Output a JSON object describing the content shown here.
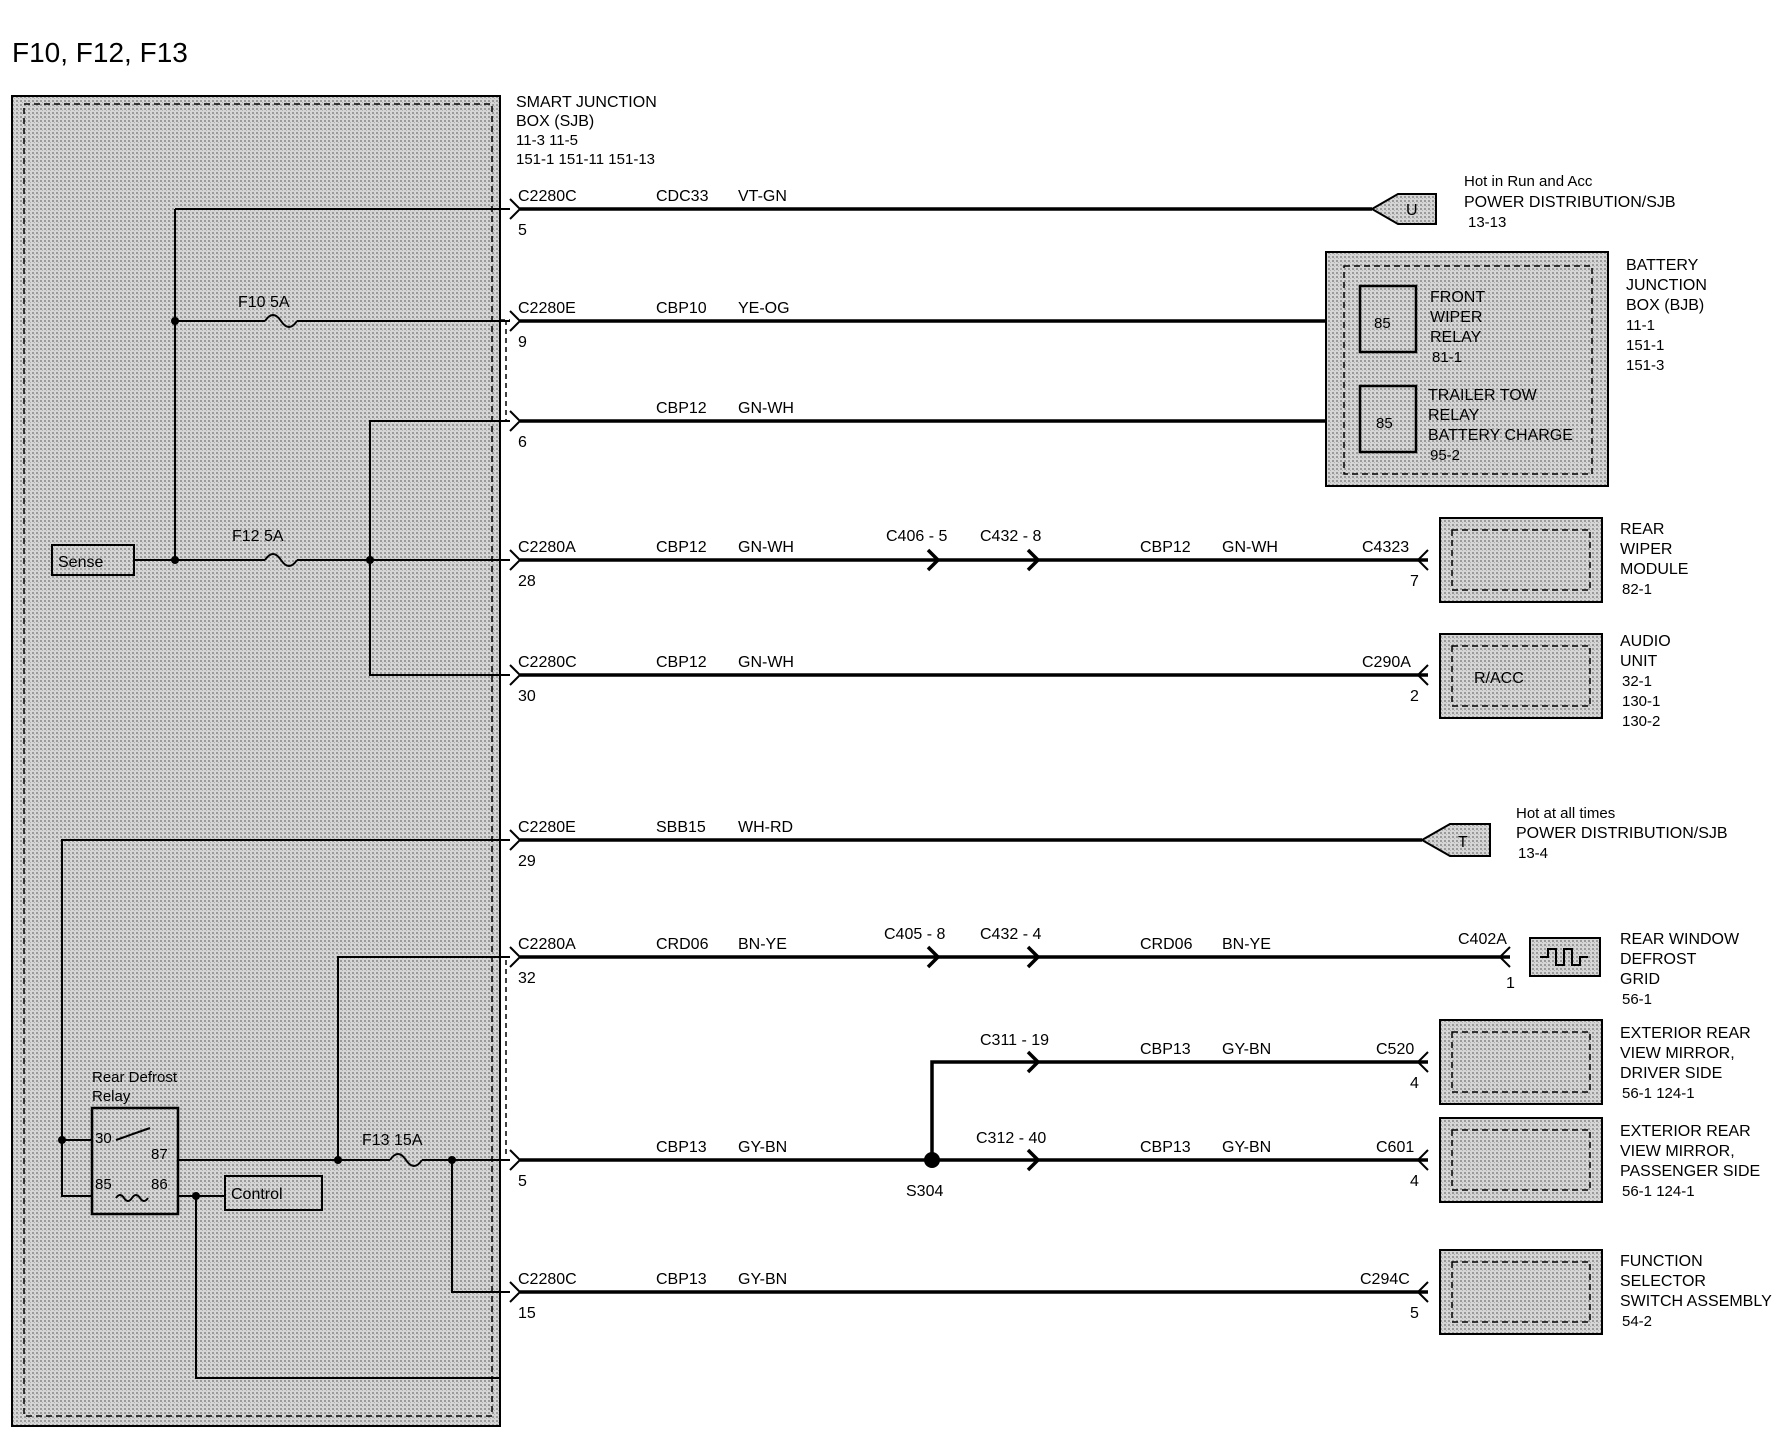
{
  "title": "F10, F12, F13",
  "sjb": {
    "name1": "SMART   JUNCTION",
    "name2": "BOX (SJB)",
    "ref1": "11-3      11-5",
    "ref2": "151-1     151-11      151-13"
  },
  "internal": {
    "f10": "F10   5A",
    "f12": "F12   5A",
    "f13": "F13   15A",
    "sense": "Sense",
    "control": "Control",
    "relay_label1": "Rear Defrost",
    "relay_label2": "Relay",
    "pin30": "30",
    "pin87": "87",
    "pin85": "85",
    "pin86": "86"
  },
  "wires": [
    {
      "connector": "C2280C",
      "pin": "5",
      "circuit": "CDC33",
      "color": "VT-GN"
    },
    {
      "connector": "C2280E",
      "pin": "9",
      "circuit": "CBP10",
      "color": "YE-OG"
    },
    {
      "connector": "",
      "pin": "6",
      "circuit": "CBP12",
      "color": "GN-WH"
    },
    {
      "connector": "C2280A",
      "pin": "28",
      "circuit": "CBP12",
      "color": "GN-WH"
    },
    {
      "connector": "C2280C",
      "pin": "30",
      "circuit": "CBP12",
      "color": "GN-WH"
    },
    {
      "connector": "C2280E",
      "pin": "29",
      "circuit": "SBB15",
      "color": "WH-RD"
    },
    {
      "connector": "C2280A",
      "pin": "32",
      "circuit": "CRD06",
      "color": "BN-YE"
    },
    {
      "connector": "",
      "pin": "5",
      "circuit": "CBP13",
      "color": "GY-BN"
    },
    {
      "connector": "C2280C",
      "pin": "15",
      "circuit": "CBP13",
      "color": "GY-BN"
    }
  ],
  "inline": {
    "c406": "C406  -  5",
    "c432a": "C432  -  8",
    "c405": "C405  -  8",
    "c432b": "C432  -  4",
    "c311": "C311  -  19",
    "c312": "C312  -  40",
    "splice": "S304",
    "rw_circuit": "CBP12",
    "rw_color": "GN-WH",
    "rd_circuit": "CRD06",
    "rd_color": "BN-YE",
    "dm_circuit": "CBP13",
    "dm_color": "GY-BN",
    "pm_circuit": "CBP13",
    "pm_color": "GY-BN"
  },
  "components": {
    "hot_run": {
      "line1": "Hot in Run and Acc",
      "line2": "POWER DISTRIBUTION/SJB",
      "line3": "13-13",
      "tag": "U"
    },
    "bjb": {
      "line1": "BATTERY",
      "line2": "JUNCTION",
      "line3": "BOX (BJB)",
      "line4": "11-1",
      "line5": "151-1",
      "line6": "151-3"
    },
    "front_wiper": {
      "pin": "85",
      "line1": "FRONT",
      "line2": "WIPER",
      "line3": "RELAY",
      "line4": "81-1"
    },
    "trailer_tow": {
      "pin": "85",
      "line1": "TRAILER TOW",
      "line2": "RELAY",
      "line3": "BATTERY CHARGE",
      "line4": "95-2"
    },
    "rear_wiper": {
      "connector": "C4323",
      "pin": "7",
      "line1": "REAR",
      "line2": "WIPER",
      "line3": "MODULE",
      "line4": "82-1"
    },
    "audio": {
      "connector": "C290A",
      "pin": "2",
      "inner": "R/ACC",
      "line1": "AUDIO",
      "line2": "UNIT",
      "line3": "32-1",
      "line4": "130-1",
      "line5": "130-2"
    },
    "hot_all": {
      "line1": "Hot at all times",
      "line2": "POWER DISTRIBUTION/SJB",
      "line3": "13-4",
      "tag": "T"
    },
    "rear_defrost": {
      "connector": "C402A",
      "pin": "1",
      "line1": "REAR WINDOW",
      "line2": "DEFROST",
      "line3": "GRID",
      "line4": "56-1"
    },
    "mirror_driver": {
      "connector": "C520",
      "pin": "4",
      "line1": "EXTERIOR REAR",
      "line2": "VIEW MIRROR,",
      "line3": "DRIVER SIDE",
      "line4": "56-1       124-1"
    },
    "mirror_pass": {
      "connector": "C601",
      "pin": "4",
      "line1": "EXTERIOR REAR",
      "line2": "VIEW MIRROR,",
      "line3": "PASSENGER SIDE",
      "line4": "56-1       124-1"
    },
    "func_sel": {
      "connector": "C294C",
      "pin": "5",
      "line1": "FUNCTION",
      "line2": "SELECTOR",
      "line3": "SWITCH ASSEMBLY",
      "line4": "54-2"
    }
  }
}
